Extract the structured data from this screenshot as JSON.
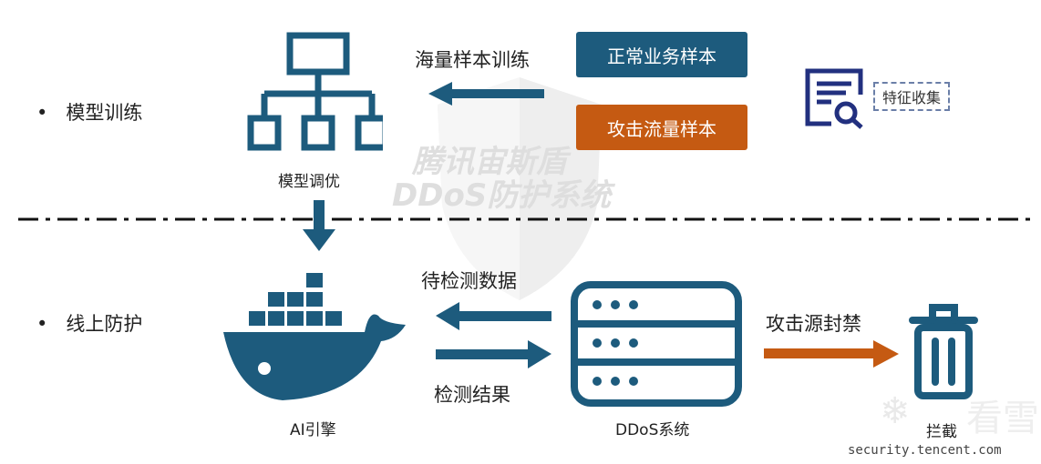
{
  "colors": {
    "primary": "#1d5b7d",
    "accent": "#c55a12",
    "icon_navy": "#22307f"
  },
  "sections": [
    {
      "label": "模型训练"
    },
    {
      "label": "线上防护"
    }
  ],
  "training": {
    "model_label": "模型调优",
    "arrow_label": "海量样本训练",
    "normal_samples": "正常业务样本",
    "attack_samples": "攻击流量样本",
    "feature_label": "特征收集"
  },
  "online": {
    "engine_label": "AI引擎",
    "request_label": "待检测数据",
    "result_label": "检测结果",
    "system_label": "DDoS系统",
    "block_arrow_label": "攻击源封禁",
    "block_label": "拦截"
  },
  "watermarks": {
    "shield_line1": "腾讯宙斯盾",
    "shield_line2": "DDoS防护系统",
    "site": "看雪",
    "url": "security.tencent.com"
  }
}
